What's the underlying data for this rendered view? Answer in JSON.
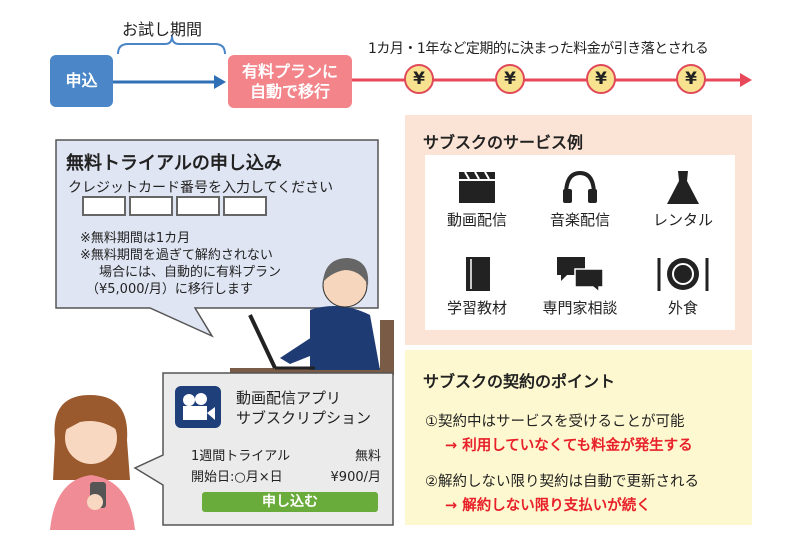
{
  "timeline": {
    "apply": "申込",
    "trial_label": "お試し期間",
    "auto_move": [
      "有料プランに",
      "自動で移行"
    ],
    "billing_note": "1カ月・1年など定期的に決まった料金が引き落とされる",
    "yen_symbol": "¥",
    "yen_count": 4
  },
  "trial_bubble": {
    "title": "無料トライアルの申し込み",
    "prompt": "クレジットカード番号を入力してください",
    "notes": [
      "※無料期間は1カ月",
      "※無料期間を過ぎて解約されない",
      "　場合には、自動的に有料プラン",
      "（¥5,000/月）に移行します"
    ]
  },
  "app_card": {
    "title": [
      "動画配信アプリ",
      "サブスクリプション"
    ],
    "trial": "1週間トライアル",
    "trial_price": "無料",
    "start": "開始日:○月×日",
    "price": "¥900/月",
    "button": "申し込む"
  },
  "services": {
    "title": "サブスクのサービス例",
    "items": [
      {
        "label": "動画配信",
        "icon": "clapperboard-icon"
      },
      {
        "label": "音楽配信",
        "icon": "headphones-icon"
      },
      {
        "label": "レンタル",
        "icon": "dress-icon"
      },
      {
        "label": "学習教材",
        "icon": "book-icon"
      },
      {
        "label": "専門家相談",
        "icon": "chat-icon"
      },
      {
        "label": "外食",
        "icon": "dining-icon"
      }
    ]
  },
  "points": {
    "title": "サブスクの契約のポイント",
    "items": [
      {
        "main": "①契約中はサービスを受けることが可能",
        "sub": "→ 利用していなくても料金が発生する"
      },
      {
        "main": "②解約しない限り契約は自動で更新される",
        "sub": "→ 解約しない限り支払いが続く"
      }
    ]
  },
  "colors": {
    "blue": "#4a86c8",
    "pink": "#f2848a",
    "red": "#e8495a",
    "peach": "#fbe4d6",
    "yellow": "#fdf8cf",
    "bubble": "#dfe5f3",
    "green": "#6aac3c"
  }
}
